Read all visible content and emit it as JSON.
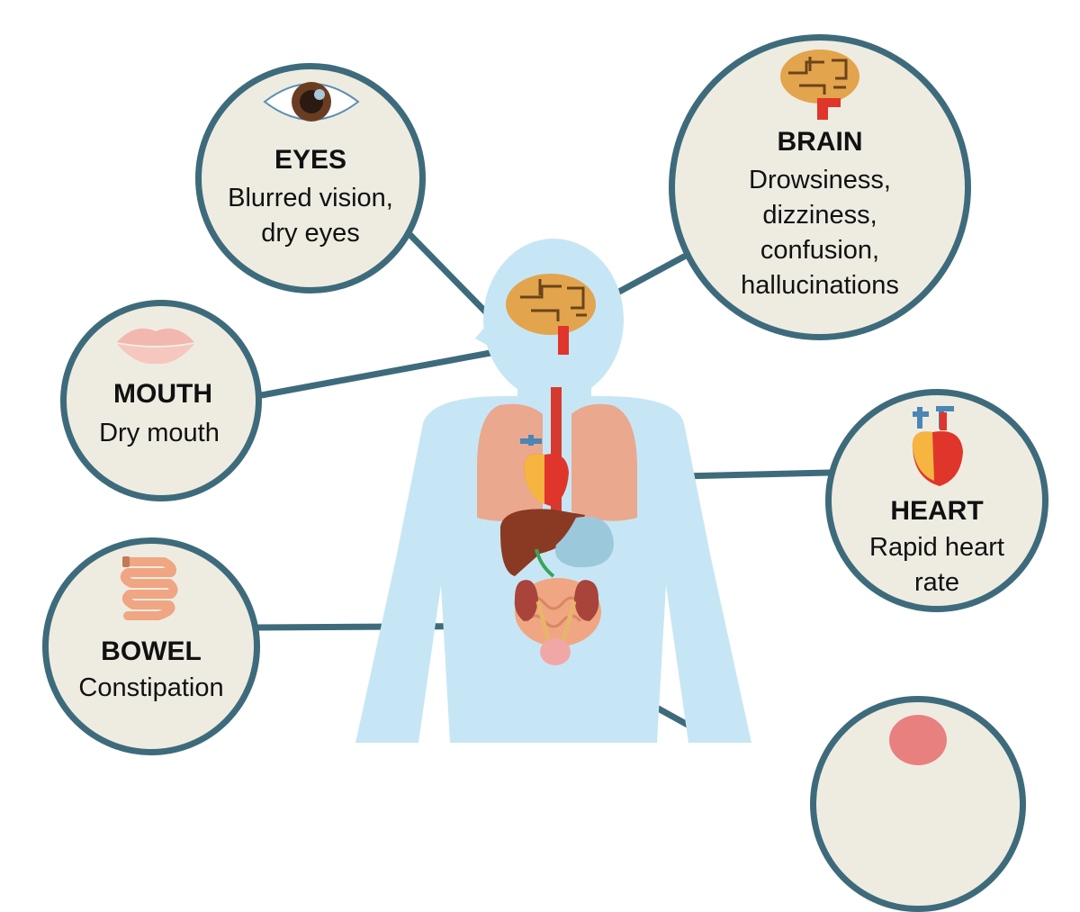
{
  "colors": {
    "ring": "#3e6b7c",
    "bubble_fill": "#eeece1",
    "body_silhouette": "#c7e6f5",
    "brain": "#e3a44e",
    "lungs": "#eaa88e",
    "heart_red": "#e0352b",
    "heart_yellow": "#f5b540",
    "liver": "#8a3a22",
    "stomach": "#9cc8dc",
    "kidney": "#a8443a",
    "intestine": "#f0a683",
    "bladder": "#f2a7a7",
    "vessel_blue": "#4a86b6"
  },
  "organs": {
    "eyes": {
      "title": "EYES",
      "lines": [
        "Blurred vision,",
        "dry eyes"
      ],
      "icon": "eye-icon"
    },
    "brain": {
      "title": "BRAIN",
      "lines": [
        "Drowsiness,",
        "dizziness,",
        "confusion,",
        "hallucinations"
      ],
      "icon": "brain-icon"
    },
    "mouth": {
      "title": "MOUTH",
      "lines": [
        "Dry mouth"
      ],
      "icon": "lips-icon"
    },
    "heart": {
      "title": "HEART",
      "lines": [
        "Rapid heart",
        "rate"
      ],
      "icon": "heart-icon"
    },
    "bowel": {
      "title": "BOWEL",
      "lines": [
        "Constipation"
      ],
      "icon": "intestine-icon"
    }
  }
}
